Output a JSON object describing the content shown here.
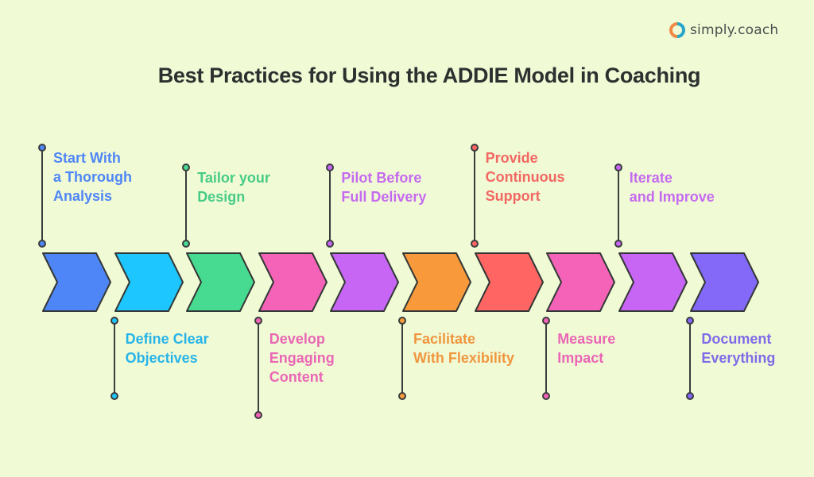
{
  "brand": {
    "name": "simply.coach",
    "icon": "simply-coach-logo-icon",
    "colors": {
      "left": "#f08a45",
      "right": "#27a6c9"
    }
  },
  "title": "Best Practices for Using the ADDIE Model in Coaching",
  "steps": [
    {
      "label": "Start With\na Thorough\nAnalysis",
      "color": "#4f86f7",
      "text_color": "#4f86f7",
      "position": "top"
    },
    {
      "label": "Define Clear\nObjectives",
      "color": "#1ec6ff",
      "text_color": "#28b4e8",
      "position": "bottom"
    },
    {
      "label": "Tailor your\nDesign",
      "color": "#47db91",
      "text_color": "#47cc87",
      "position": "top"
    },
    {
      "label": "Develop\nEngaging\nContent",
      "color": "#f463b7",
      "text_color": "#ea66b5",
      "position": "bottom"
    },
    {
      "label": "Pilot Before\nFull Delivery",
      "color": "#c765f5",
      "text_color": "#c56af0",
      "position": "top"
    },
    {
      "label": "Facilitate\nWith Flexibility",
      "color": "#f89a3b",
      "text_color": "#f0963f",
      "position": "bottom"
    },
    {
      "label": "Provide\nContinuous\nSupport",
      "color": "#fe6563",
      "text_color": "#f26762",
      "position": "top"
    },
    {
      "label": "Measure\nImpact",
      "color": "#f463b7",
      "text_color": "#ea66b5",
      "position": "bottom"
    },
    {
      "label": "Iterate\nand Improve",
      "color": "#c765f5",
      "text_color": "#c56af0",
      "position": "top"
    },
    {
      "label": "Document\nEverything",
      "color": "#8468f8",
      "text_color": "#7f6ae8",
      "position": "bottom"
    }
  ],
  "stroke_color": "#333836",
  "background": "#f0fad5"
}
